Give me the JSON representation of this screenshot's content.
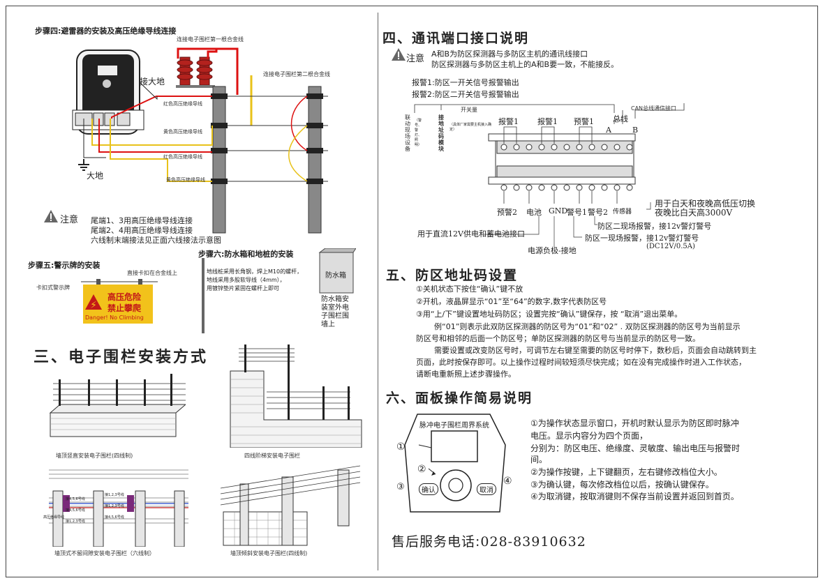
{
  "step4": {
    "title": "步骤四:避雷器的安装及高压绝缘导线连接",
    "label_first_wire": "连接电子围栏第一根合金线",
    "label_second_wire": "连接电子围栏第二根合金线",
    "ground_connect": "接大地",
    "earth": "大地",
    "wire_red_1": "红色高压绝缘导线",
    "wire_yellow_1": "黄色高压绝缘导线",
    "wire_red_2": "红色高压绝缘导线",
    "wire_yellow_2": "黄色高压绝缘导线",
    "note_label": "注意",
    "note_lines": [
      "尾端1、3用高压绝缘导线连接",
      "尾端2、4用高压绝缘导线连接",
      "六线制末端接法见正面六线接法示意图"
    ]
  },
  "step5": {
    "title": "步骤五:警示牌的安装",
    "clip_label": "直接卡扣在合金线上",
    "sign_type": "卡扣式警示牌",
    "sign_line1": "高压危险",
    "sign_line2": "禁止攀爬",
    "sign_en": "Danger! No Climbing"
  },
  "step6": {
    "title": "步骤六:防水箱和地桩的安装",
    "desc_lines": [
      "地线桩采用长角钢，焊上M10的螺杆，",
      "地线采用多股软导线（4mm），",
      "用镀锌垫片紧固在螺杆上即可"
    ],
    "box_label": "防水箱",
    "box_desc_lines": [
      "防水箱安",
      "装室外电",
      "子围栏围",
      "墙上"
    ]
  },
  "section3": {
    "title": "三、电子围栏安装方式",
    "captions": [
      "墙顶竖直安装电子围栏(四线制)",
      "四线阶梯安装电子围栏",
      "墙顶式不留间隙安装电子围栏（六线制）",
      "墙顶倾斜安装电子围栏(四线制)"
    ],
    "six_wire_labels": [
      "接4,5,6号线",
      "接1,2,3号线",
      "接4,5,6号线",
      "接1,2,3号线",
      "接1,2,3号线",
      "接4,5,6号线"
    ],
    "six_wire_side": "高压绝缘导线"
  },
  "section4": {
    "title": "四、通讯端口接口说明",
    "note_label": "注意",
    "note_lines": [
      "A和B为防区探测器与多防区主机的通讯线接口",
      "防区探测器与多防区主机上的A和B要一致，不能接反。"
    ],
    "alarm_lines": [
      "报警1:防区一开关信号报警输出",
      "报警2:防区二开关信号报警输出"
    ],
    "switch_label": "开关量",
    "can_label": "CAN总线通信接口",
    "left_vertical": "联动现场设备",
    "left_vertical_small": "（警号、警灯、照明）",
    "module_vertical": "接地址码模块",
    "module_small": "（具体厂家需要主机接入确定）",
    "top_terminals": [
      "报警1",
      "报警1",
      "预警1",
      "总线"
    ],
    "ab": [
      "A",
      "B"
    ],
    "bottom_terminals": [
      "预警2",
      "电池",
      "GND",
      "警号1",
      "警号2",
      "传感器"
    ],
    "right_lines": [
      "用于白天和夜晚高低压切换",
      "夜晚比白天高3000V"
    ],
    "callouts": [
      "防区二现场报警，接12v警灯警号",
      "防区一现场报警，接12v警灯警号",
      "(DC12V/0.5A)",
      "用于直流12V供电和蓄电池接口",
      "电源负极-接地"
    ]
  },
  "section5": {
    "title": "五、防区地址码设置",
    "lines": [
      "①关机状态下按住“确认”键不放",
      "②开机，液晶屏显示“01”至“64”的数字,数字代表防区号",
      "③用“上/下”键设置地址码防区；设置完按“确认”键保存，按 “取消”退出菜单。"
    ],
    "para1": [
      "例“01”则表示此双防区探测器的防区号为“01”和“02” . 双防区探测器的防区号为当前显示",
      "防区号和相邻的后面一个防区号；单防区探测器的防区号与当前显示的防区号一致。"
    ],
    "para2": [
      "需要设置或改变防区号时，可调节左右键至需要的防区号时停下，数秒后，页面会自动跳转到主",
      "页面，此时按保存即可。以上操作过程时间较短须尽快完成；如在没有完成操作时进入工作状态，",
      "请断电重新照上述步骤操作。"
    ]
  },
  "section6": {
    "title": "六、面板操作简易说明",
    "panel_title": "脉冲电子围栏周界系统",
    "btn_confirm": "确认",
    "btn_cancel": "取消",
    "markers": [
      "①",
      "②",
      "③",
      "④"
    ],
    "lines": [
      "①为操作状态显示窗口，开机时默认显示为防区即时脉冲",
      "电压。显示内容分为四个页面，",
      "分别为：防区电压、绝缘度、灵敏度、输出电压与报警时",
      "间。",
      "②为操作按键，上下键翻页，左右键修改档位大小。",
      "③为确认键，每次修改档位以后，按确认键保存。",
      "④为取消键，按取消键则不保存当前设置并返回到首页。"
    ]
  },
  "service": {
    "label": "售后服务电话:",
    "phone": "028-83910632"
  }
}
